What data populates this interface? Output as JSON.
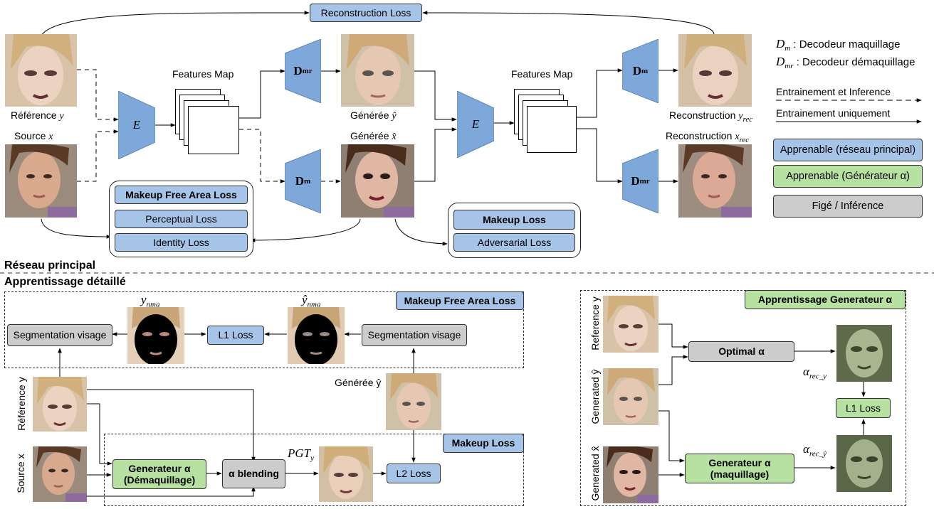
{
  "colors": {
    "learnable_main": "#a6c4e8",
    "learnable_alpha": "#b7e1a1",
    "frozen": "#cccccc",
    "encoder": "#7fa8da"
  },
  "top": {
    "reconstruction_loss": "Reconstruction Loss",
    "features_map_1": "Features Map",
    "features_map_2": "Features Map",
    "encoder_label": "E",
    "dmr_label": "D",
    "dmr_sub": "mr",
    "dm_label": "D",
    "dm_sub": "m",
    "ref_label": "Référence",
    "ref_var": "y",
    "src_label": "Source",
    "src_var": "x",
    "gen_y_label": "Générée",
    "gen_y_var": "ŷ",
    "gen_x_label": "Générée",
    "gen_x_var": "x̂",
    "rec_y_label": "Reconstruction",
    "rec_y_var": "y",
    "rec_y_sub": "rec",
    "rec_x_label": "Reconstruction",
    "rec_x_var": "x",
    "rec_x_sub": "rec",
    "mfa_group": {
      "title": "Makeup Free Area Loss",
      "items": [
        "Perceptual Loss",
        "Identity Loss"
      ]
    },
    "makeup_group": {
      "title": "Makeup Loss",
      "items": [
        "Adversarial Loss"
      ]
    }
  },
  "legend": {
    "dm_def": ": Decodeur maquillage",
    "dmr_def": ": Decodeur démaquillage",
    "train_infer": "Entrainement et Inference",
    "train_only": "Entrainement uniquement",
    "learnable_main": "Apprenable (réseau principal)",
    "learnable_alpha": "Apprenable (Générateur α)",
    "frozen": "Figé / Inférence"
  },
  "section": {
    "main_title": "Réseau principal",
    "detail_title": "Apprentissage détaillé"
  },
  "detail": {
    "mfa_tag": "Makeup Free Area Loss",
    "seg_left": "Segmentation visage",
    "seg_right": "Segmentation visage",
    "l1_loss": "L1 Loss",
    "y_nma": "y",
    "y_nma_sub": "nma",
    "yhat_nma": "ŷ",
    "yhat_nma_sub": "nma",
    "ref_label": "Référence y",
    "src_label": "Source x",
    "gen_label": "Générée ŷ",
    "makeup_tag": "Makeup Loss",
    "gen_alpha_demaq_1": "Generateur α",
    "gen_alpha_demaq_2": "(Démaquillage)",
    "alpha_blending": "α blending",
    "pgt": "PGT",
    "pgt_sub": "y",
    "l2_loss": "L2 Loss"
  },
  "alpha": {
    "tag": "Apprentissage Generateur α",
    "ref_label": "Reference y",
    "gen_y_label": "Generated ŷ",
    "gen_x_label": "Generated x̂",
    "optimal": "Optimal α",
    "l1_loss": "L1 Loss",
    "gen_maq_1": "Generateur α",
    "gen_maq_2": "(maquillage)",
    "rec_y": "α",
    "rec_y_sub": "rec_y",
    "rec_yhat": "α",
    "rec_yhat_sub": "rec_ŷ"
  }
}
